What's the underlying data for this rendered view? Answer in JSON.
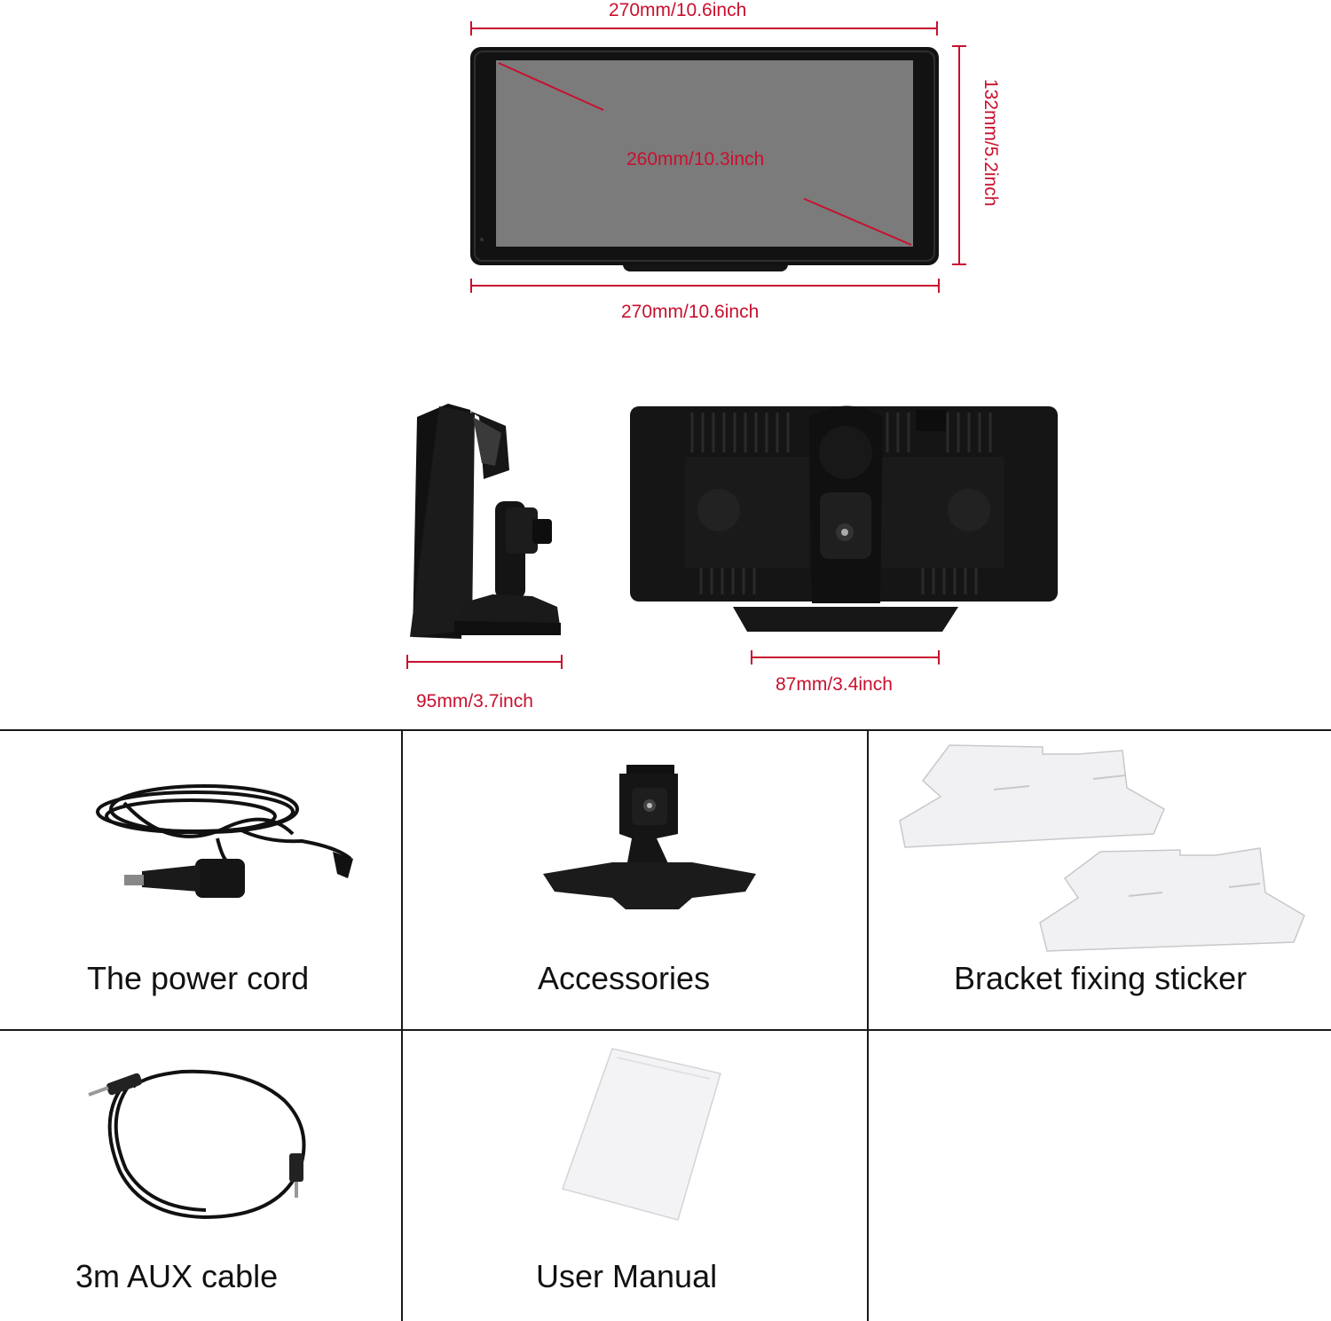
{
  "dimensions": {
    "top_width": "270mm/10.6inch",
    "bottom_width": "270mm/10.6inch",
    "height": "132mm/5.2inch",
    "screen_diagonal": "260mm/10.3inch",
    "side_depth": "95mm/3.7inch",
    "stand_width": "87mm/3.4inch"
  },
  "package": {
    "items": [
      {
        "label": "The power cord",
        "icon": "power-cord-icon"
      },
      {
        "label": "Accessories",
        "icon": "stand-bracket-icon"
      },
      {
        "label": "Bracket fixing sticker",
        "icon": "sticker-icon"
      },
      {
        "label": "3m AUX cable",
        "icon": "aux-cable-icon"
      },
      {
        "label": "User Manual",
        "icon": "manual-icon"
      }
    ]
  },
  "colors": {
    "dimension_red": "#c8102e",
    "device_black": "#141414",
    "screen_gray": "#777777"
  }
}
